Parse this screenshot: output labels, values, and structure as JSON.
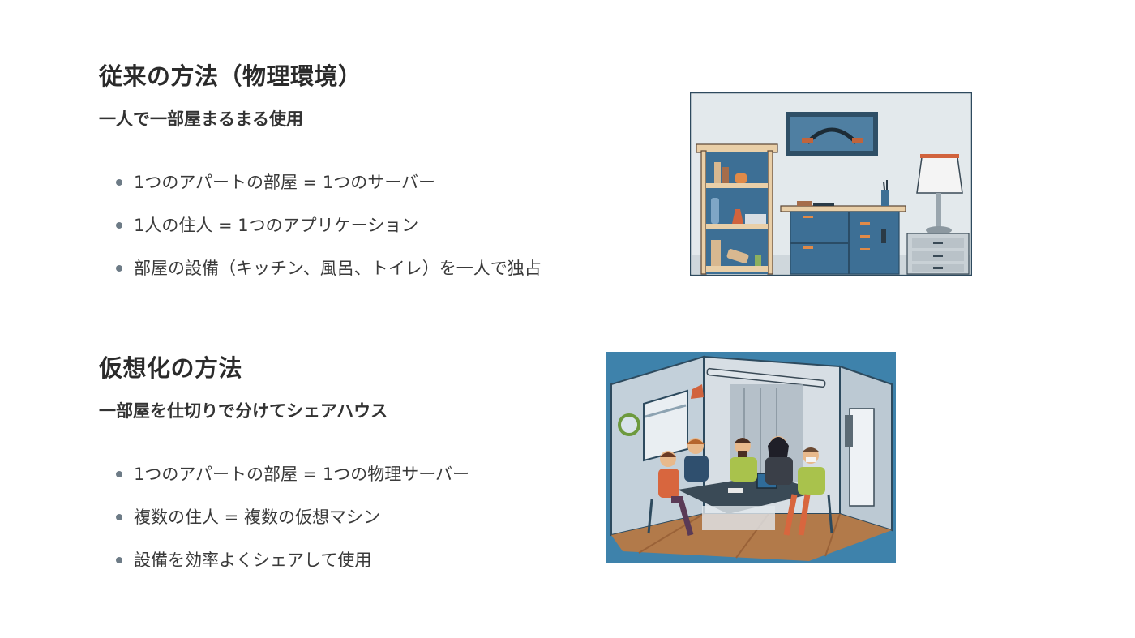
{
  "sections": [
    {
      "heading": "従来の方法（物理環境）",
      "subheading": "一人で一部屋まるまる使用",
      "bullets": [
        "1つのアパートの部屋 = 1つのサーバー",
        "1人の住人 = 1つのアプリケーション",
        "部屋の設備（キッチン、風呂、トイレ）を一人で独占"
      ],
      "illustration": "single-room-illustration"
    },
    {
      "heading": "仮想化の方法",
      "subheading": "一部屋を仕切りで分けてシェアハウス",
      "bullets": [
        "1つのアパートの部屋 = 1つの物理サーバー",
        "複数の住人 = 複数の仮想マシン",
        "設備を効率よくシェアして使用"
      ],
      "illustration": "shared-room-illustration"
    }
  ],
  "colors": {
    "heading": "#2b2b2b",
    "text": "#3a3a3a",
    "bullet": "#6d7b86",
    "furniture_blue": "#3d6f95",
    "room_bg_blue": "#3e82ab"
  }
}
